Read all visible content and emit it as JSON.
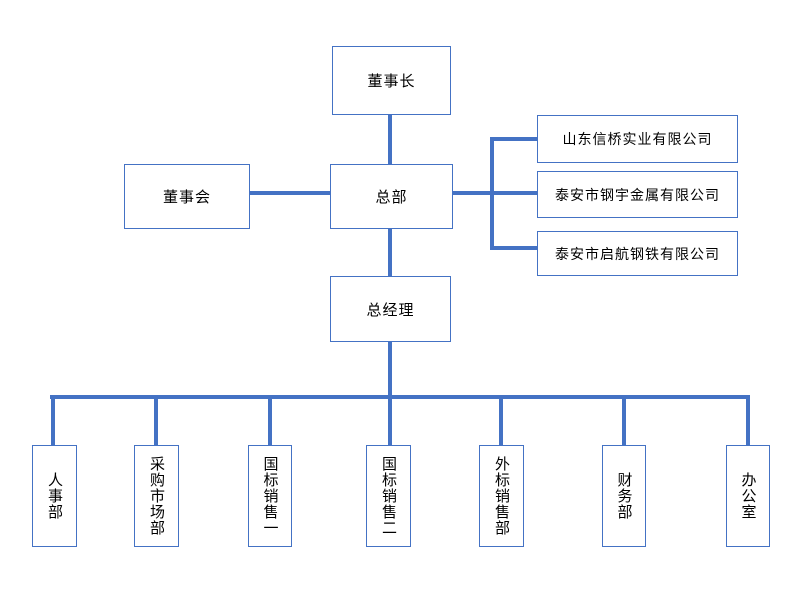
{
  "colors": {
    "accent": "#4472C4",
    "text": "#000000",
    "background": "#ffffff"
  },
  "org_chart": {
    "type": "org-chart",
    "nodes": {
      "chairman": {
        "label": "董事长"
      },
      "board": {
        "label": "董事会"
      },
      "headquarters": {
        "label": "总部"
      },
      "general_manager": {
        "label": "总经理"
      }
    },
    "subsidiaries": [
      {
        "label": "山东信桥实业有限公司"
      },
      {
        "label": "泰安市钢宇金属有限公司"
      },
      {
        "label": "泰安市启航钢铁有限公司"
      }
    ],
    "departments": [
      {
        "label": "人事部"
      },
      {
        "label": "采购市场部"
      },
      {
        "label": "国标销售一"
      },
      {
        "label": "国标销售二"
      },
      {
        "label": "外标销售部"
      },
      {
        "label": "财务部"
      },
      {
        "label": "办公室"
      }
    ]
  }
}
